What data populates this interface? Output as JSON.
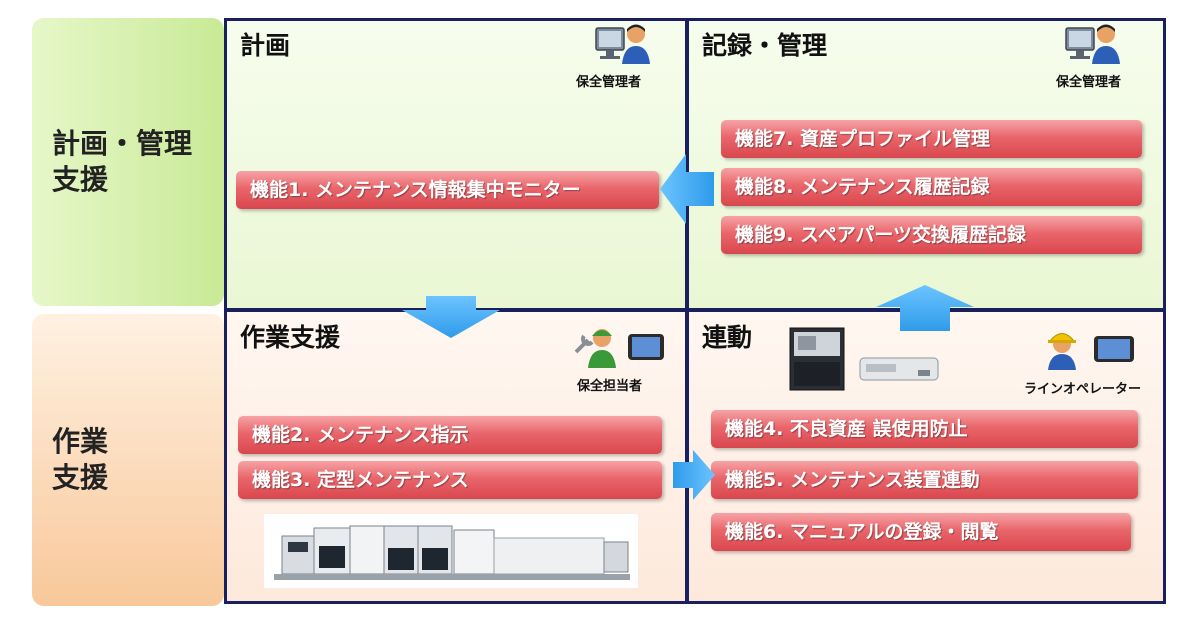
{
  "bands": {
    "planning_label": [
      "計画・管理",
      "支援"
    ],
    "work_label": [
      "作業",
      "支援"
    ]
  },
  "quadrants": {
    "plan": {
      "title": "計画",
      "role": "保全管理者",
      "functions": [
        "機能1. メンテナンス情報集中モニター"
      ]
    },
    "record": {
      "title": "記録・管理",
      "role": "保全管理者",
      "functions": [
        "機能7. 資産プロファイル管理",
        "機能8. メンテナンス履歴記録",
        "機能9. スペアパーツ交換履歴記録"
      ]
    },
    "work": {
      "title": "作業支援",
      "role": "保全担当者",
      "functions": [
        "機能2. メンテナンス指示",
        "機能3. 定型メンテナンス"
      ]
    },
    "link": {
      "title": "連動",
      "role": "ラインオペレーター",
      "functions": [
        "機能4. 不良資産 誤使用防止",
        "機能5. メンテナンス装置連動",
        "機能6. マニュアルの登録・閲覧"
      ]
    }
  },
  "colors": {
    "grid_border": "#1a1f5e",
    "function_box": "#e35a60",
    "arrow": "#3fa9f5",
    "planning_band": "#d6f0ae",
    "work_band": "#fbd9b6"
  },
  "icons": {
    "manager": "computer-user-icon",
    "technician": "wrench-worker-tablet-icon",
    "operator": "helmet-operator-tablet-icon"
  }
}
